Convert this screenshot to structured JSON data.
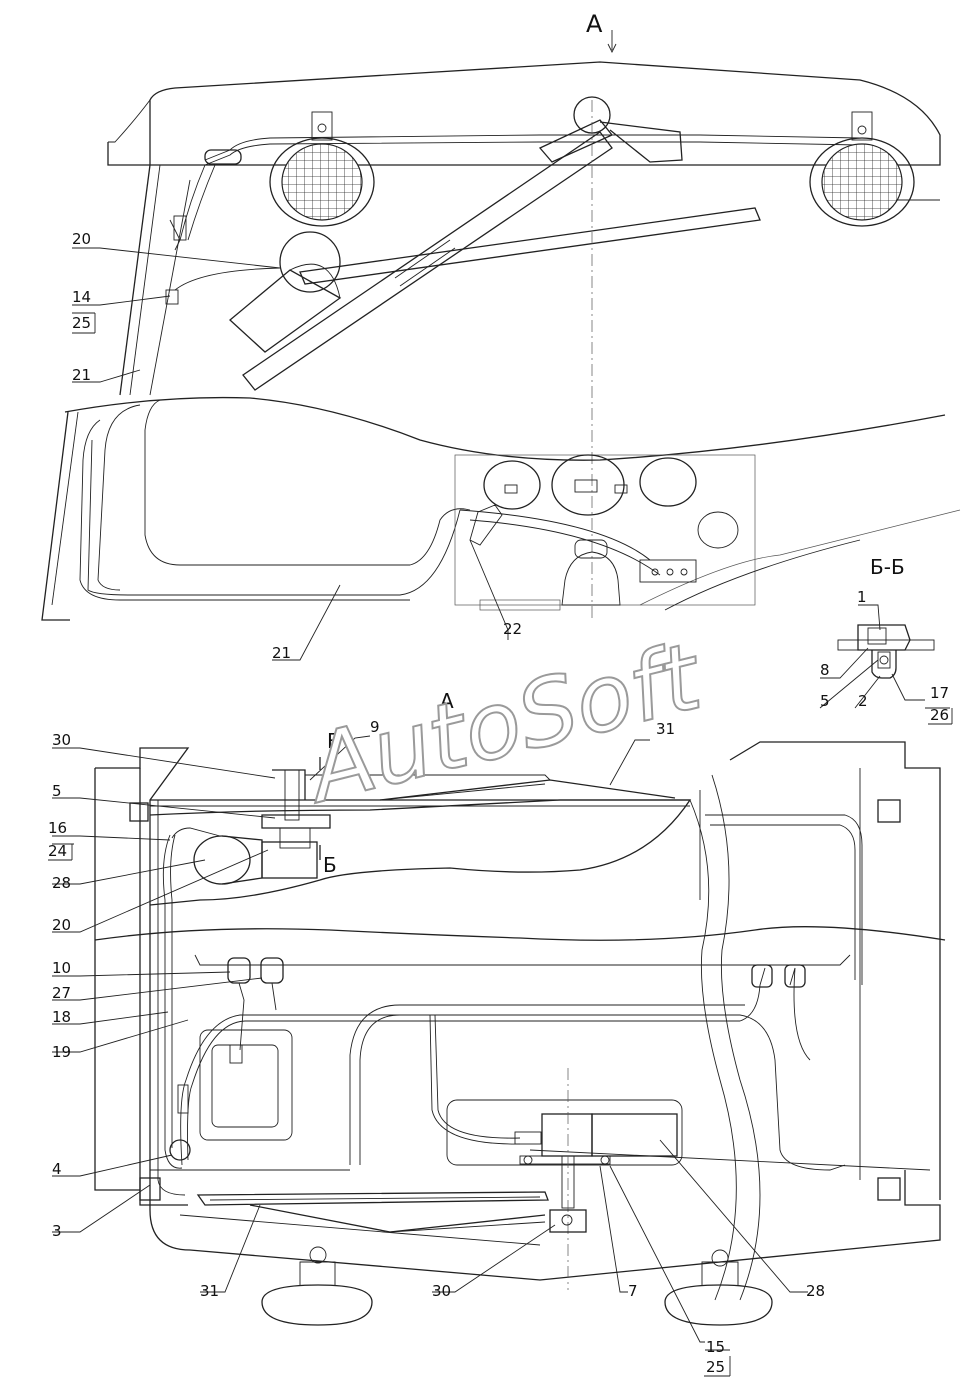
{
  "labels": {
    "view_a_top": "А",
    "view_a_mid": "А",
    "section_bb": "Б-Б",
    "cut_b_top": "Б",
    "cut_b_bottom": "Б",
    "n1": "1",
    "n2": "2",
    "n3": "3",
    "n4": "4",
    "n5a": "5",
    "n5b": "5",
    "n7": "7",
    "n8": "8",
    "n9": "9",
    "n10": "10",
    "n14": "14",
    "n25a": "25",
    "n15": "15",
    "n25b": "25",
    "n16": "16",
    "n24": "24",
    "n17": "17",
    "n26": "26",
    "n18": "18",
    "n19": "19",
    "n20a": "20",
    "n20b": "20",
    "n21a": "21",
    "n21b": "21",
    "n22": "22",
    "n27": "27",
    "n28a": "28",
    "n28b": "28",
    "n30a": "30",
    "n30b": "30",
    "n31a": "31",
    "n31b": "31"
  },
  "watermark": "AutoSoft"
}
